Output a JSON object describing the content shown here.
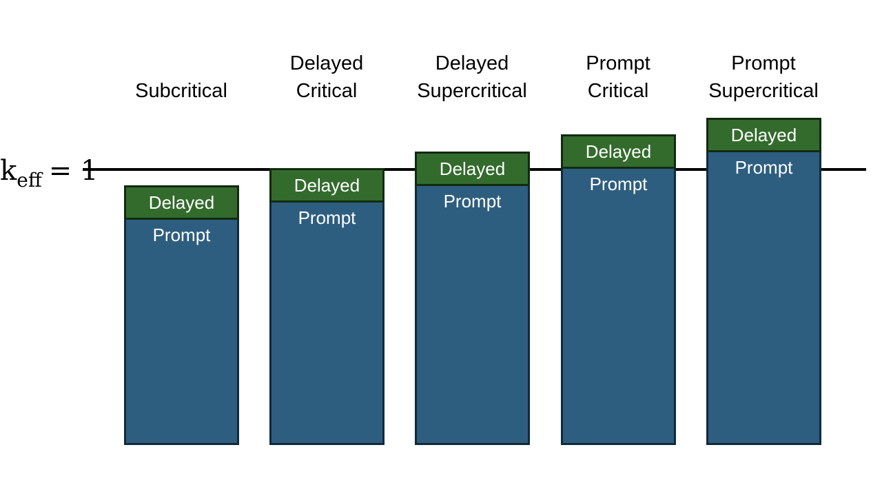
{
  "reference": {
    "symbol": "k",
    "subscript": "eff",
    "operator": "=",
    "value": "1"
  },
  "categories": [
    {
      "line1": "",
      "line2": "Subcritical",
      "delayed_label": "Delayed",
      "prompt_label": "Prompt",
      "top_offset": -0.25
    },
    {
      "line1": "Delayed",
      "line2": "Critical",
      "delayed_label": "Delayed",
      "prompt_label": "Prompt",
      "top_offset": 0.0
    },
    {
      "line1": "Delayed",
      "line2": "Supercritical",
      "delayed_label": "Delayed",
      "prompt_label": "Prompt",
      "top_offset": 0.25
    },
    {
      "line1": "Prompt",
      "line2": "Critical",
      "delayed_label": "Delayed",
      "prompt_label": "Prompt",
      "top_offset": 0.5
    },
    {
      "line1": "Prompt",
      "line2": "Supercritical",
      "delayed_label": "Delayed",
      "prompt_label": "Prompt",
      "top_offset": 0.75
    }
  ],
  "colors": {
    "prompt": "#2e5e7f",
    "delayed": "#336b2d",
    "reference_line": "#000000"
  }
}
